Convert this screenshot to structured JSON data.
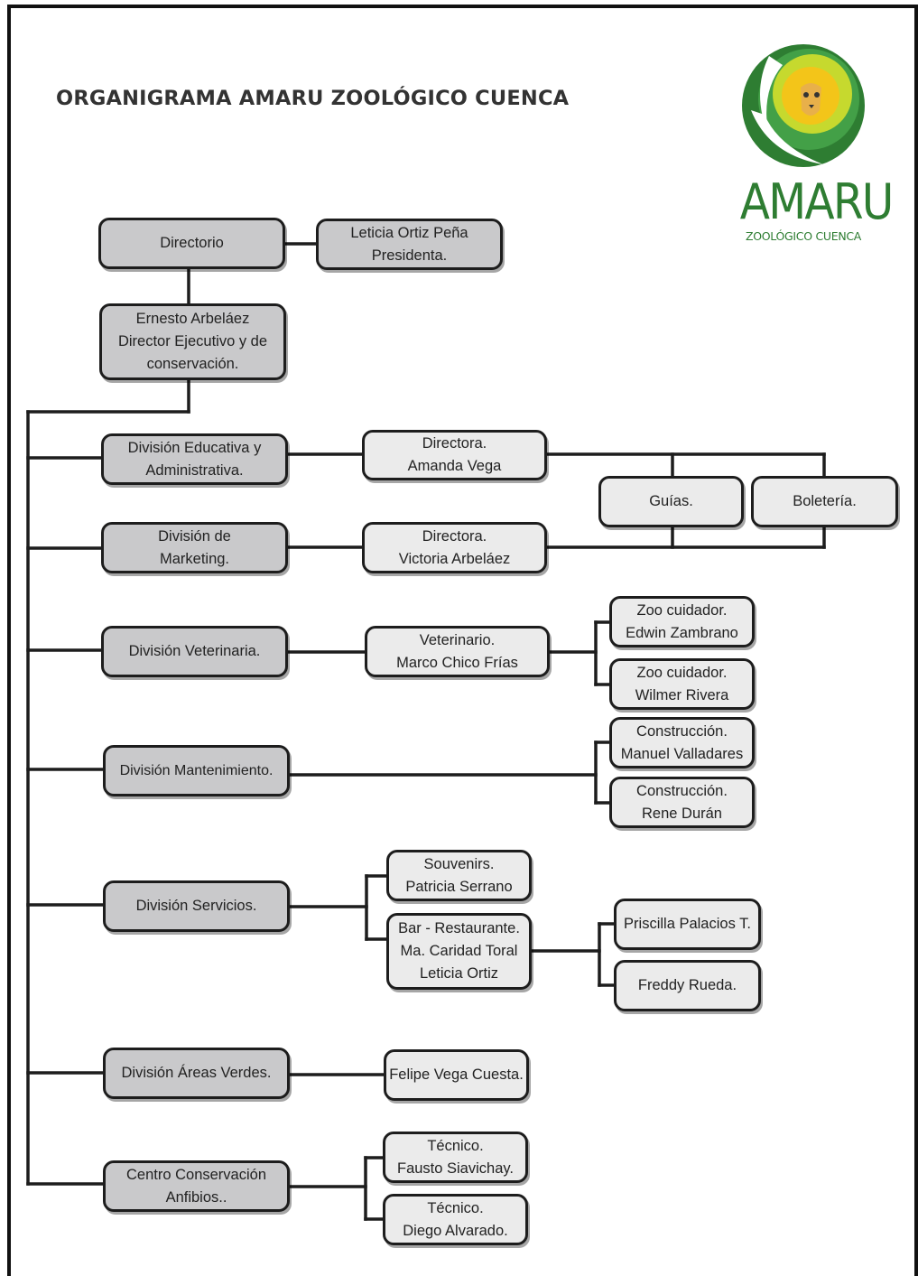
{
  "title": "ORGANIGRAMA AMARU ZOOLÓGICO CUENCA",
  "logo": {
    "name": "AMARU",
    "subtitle": "ZOOLÓGICO CUENCA",
    "colors": {
      "dark_green": "#2e7d32",
      "green": "#43a047",
      "lime": "#c6d92e",
      "yellow": "#f3c519"
    }
  },
  "colors": {
    "line": "#1d1d1d",
    "division_fill": "#c9c9cb",
    "staff_fill": "#ebebeb"
  },
  "nodes": {
    "directorio": "Directorio",
    "presidenta": "Leticia Ortiz Peña\nPresidenta.",
    "director_ejecutivo": "Ernesto Arbeláez\nDirector Ejecutivo y de\nconservación.",
    "div_educativa": "División Educativa y\nAdministrativa.",
    "dir_amanda": "Directora.\nAmanda Vega",
    "guias": "Guías.",
    "boleteria": "Boletería.",
    "div_marketing": "División de\nMarketing.",
    "dir_victoria": "Directora.\nVictoria Arbeláez",
    "div_veterinaria": "División Veterinaria.",
    "veterinario": "Veterinario.\nMarco Chico Frías",
    "zoo_edwin": "Zoo cuidador.\nEdwin Zambrano",
    "zoo_wilmer": "Zoo cuidador.\nWilmer Rivera",
    "div_mantenimiento": "División Mantenimiento.",
    "const_manuel": "Construcción.\nManuel Valladares",
    "const_rene": "Construcción.\nRene Durán",
    "div_servicios": "División Servicios.",
    "souvenirs": "Souvenirs.\nPatricia Serrano",
    "bar": "Bar - Restaurante.\nMa. Caridad Toral\nLeticia Ortiz",
    "priscilla": "Priscilla Palacios T.",
    "freddy": "Freddy Rueda.",
    "div_areas": "División Áreas Verdes.",
    "felipe": "Felipe Vega Cuesta.",
    "centro": "Centro Conservación\nAnfibios..",
    "tec_fausto": "Técnico.\nFausto Siavichay.",
    "tec_diego": "Técnico.\nDiego Alvarado."
  }
}
